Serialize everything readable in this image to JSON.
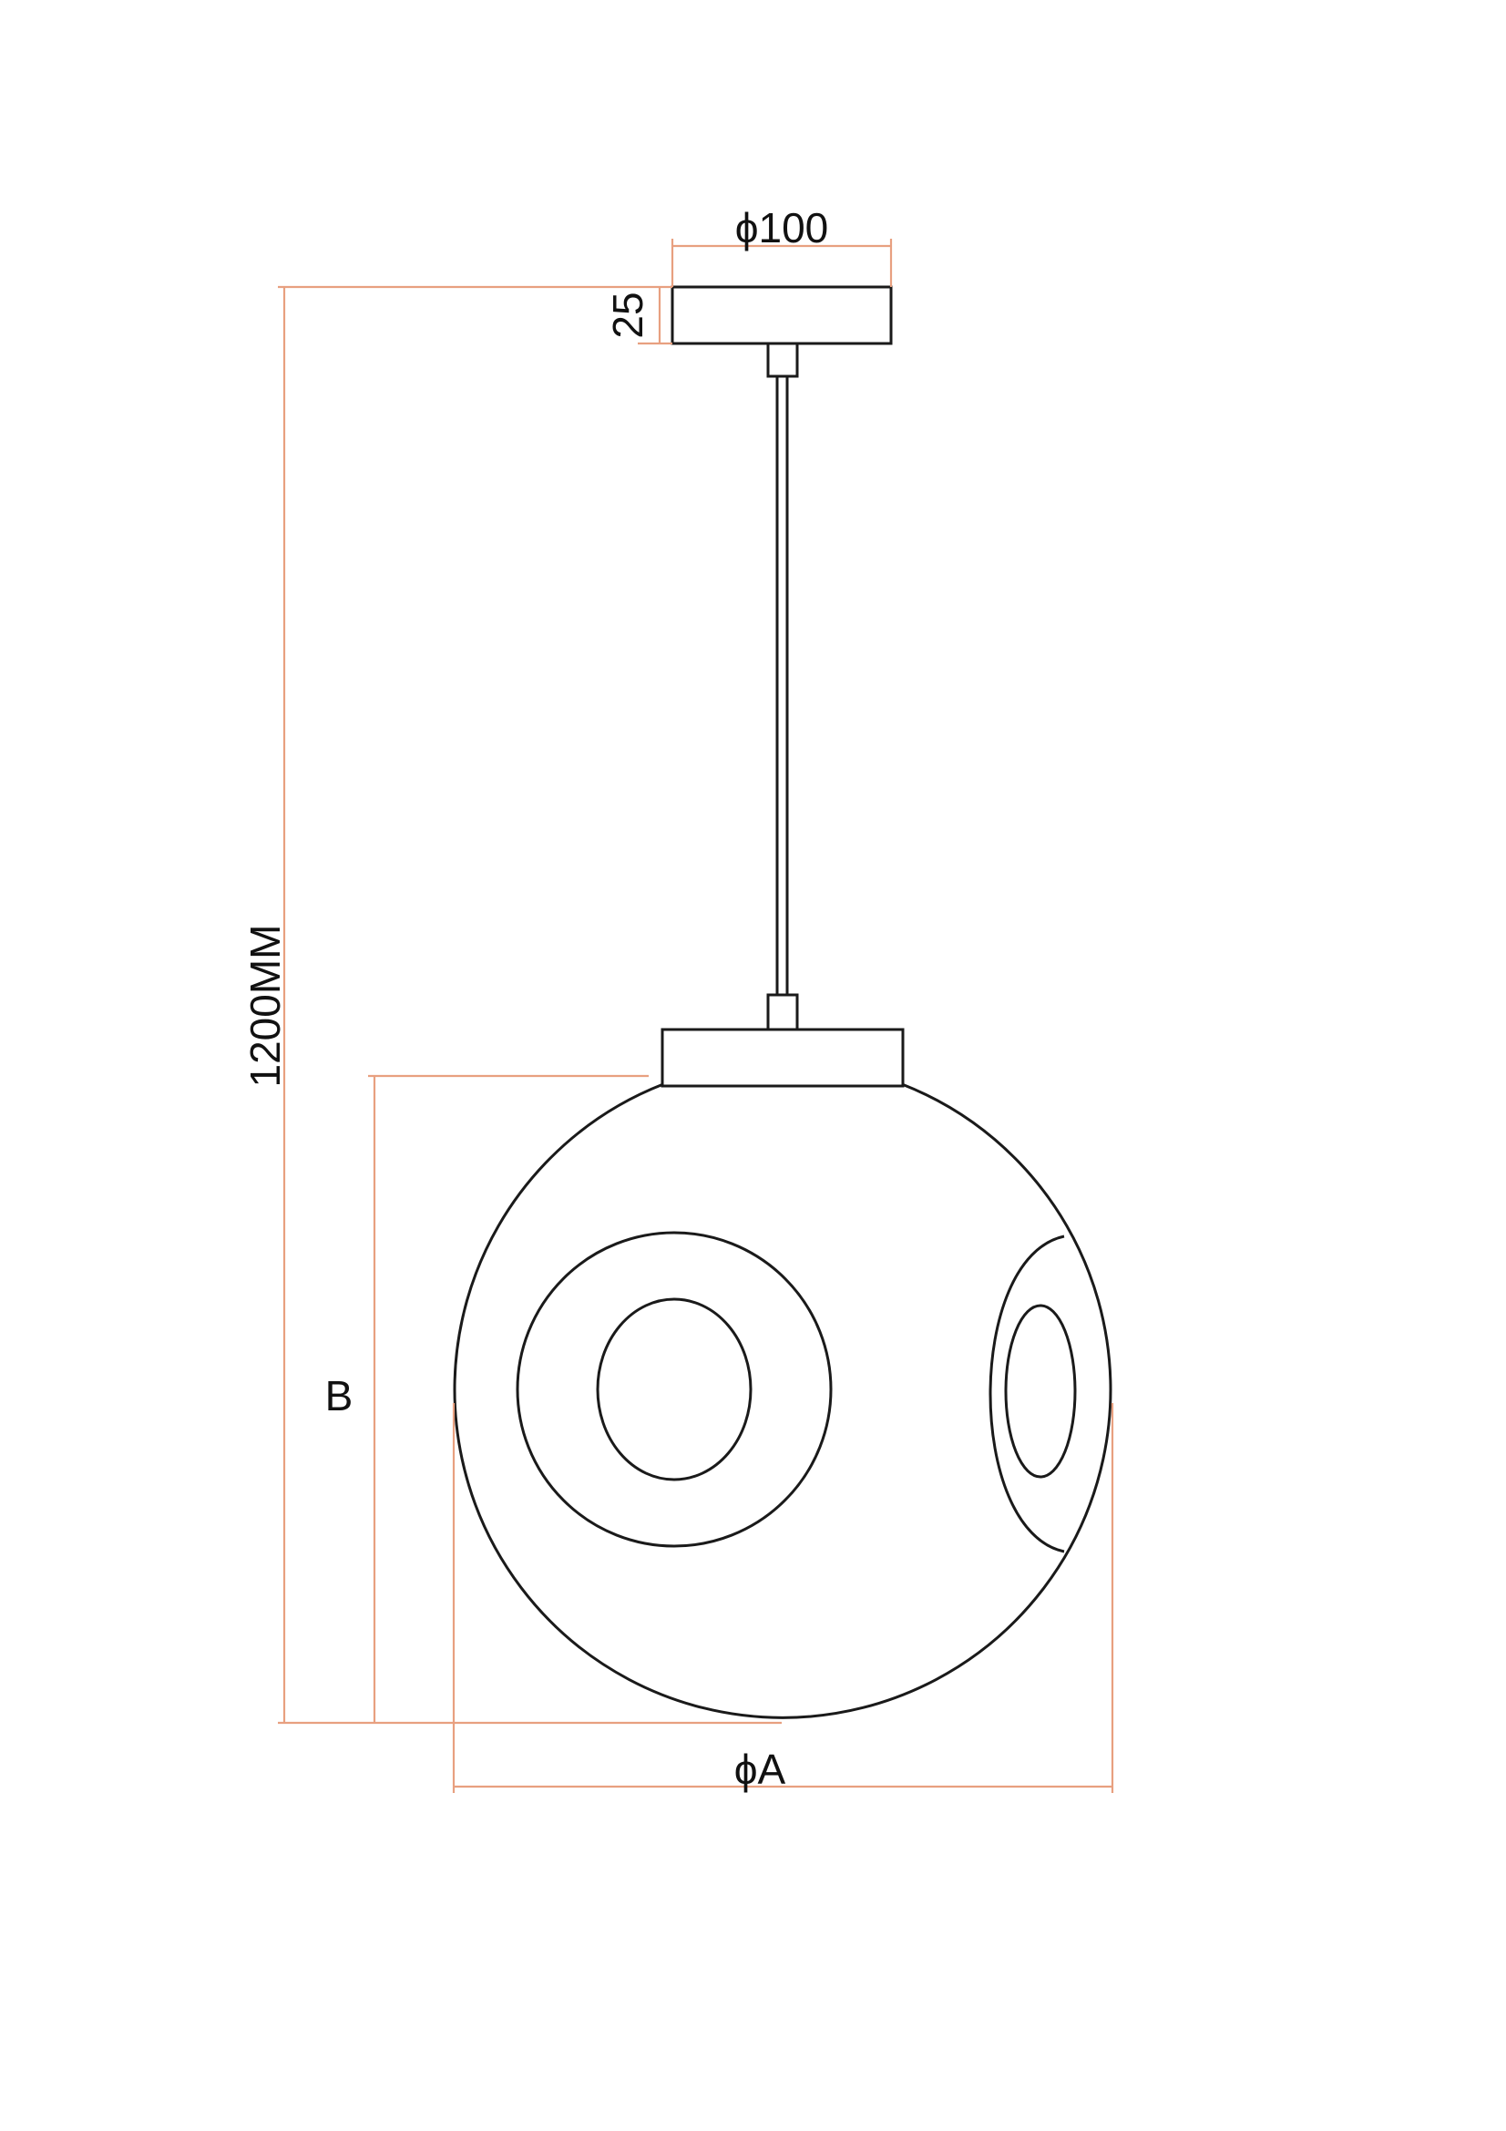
{
  "dimensions": {
    "canopy_diameter": "ϕ100",
    "canopy_height": "25",
    "overall_height": "1200MM",
    "shade_height": "B",
    "shade_diameter": "ϕA"
  },
  "colors": {
    "outline": "#1a1a1a",
    "dimension_line": "#e8a080",
    "background": "#ffffff"
  }
}
